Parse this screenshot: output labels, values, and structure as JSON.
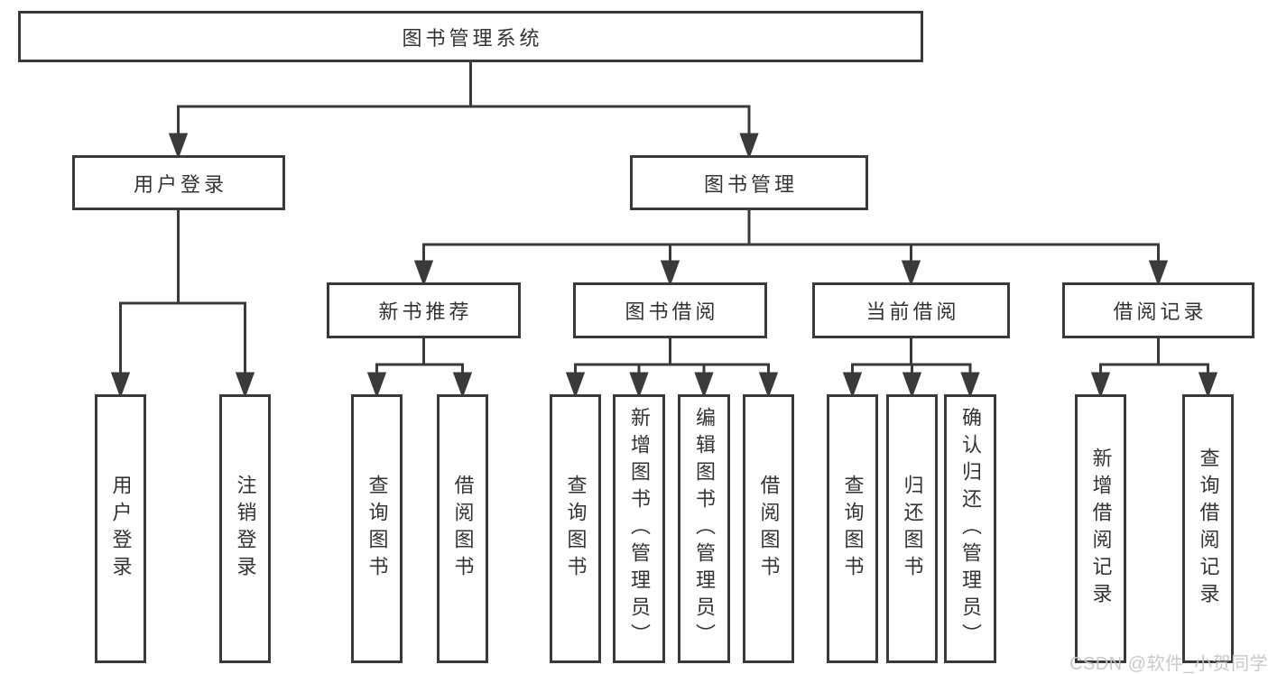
{
  "title": "图书管理系统",
  "watermark": "CSDN @软件_小贺同学",
  "colors": {
    "line": "#3a3a3a",
    "text": "#333333",
    "watermark": "#c6c6c6",
    "background": "#ffffff"
  },
  "nodes": {
    "root": "图书管理系统",
    "user_login": "用户登录",
    "book_management": "图书管理",
    "new_book_recommend": "新书推荐",
    "book_borrow": "图书借阅",
    "current_borrow": "当前借阅",
    "borrow_records": "借阅记录",
    "leaf_user_login": "用户登录",
    "leaf_logout": "注销登录",
    "nb_query_books": "查询图书",
    "nb_borrow_books": "借阅图书",
    "bb_query_books": "查询图书",
    "bb_add_books": "新增图书（管理员）",
    "bb_edit_books": "编辑图书（管理员）",
    "bb_borrow_books": "借阅图书",
    "cur_query_books": "查询图书",
    "cur_return_books": "归还图书",
    "cur_confirm_return": "确认归还（管理员）",
    "rec_add_record": "新增借阅记录",
    "rec_query_record": "查询借阅记录"
  },
  "hierarchy": {
    "图书管理系统": {
      "用户登录": [
        "用户登录",
        "注销登录"
      ],
      "图书管理": {
        "新书推荐": [
          "查询图书",
          "借阅图书"
        ],
        "图书借阅": [
          "查询图书",
          "新增图书（管理员）",
          "编辑图书（管理员）",
          "借阅图书"
        ],
        "当前借阅": [
          "查询图书",
          "归还图书",
          "确认归还（管理员）"
        ],
        "借阅记录": [
          "新增借阅记录",
          "查询借阅记录"
        ]
      }
    }
  }
}
